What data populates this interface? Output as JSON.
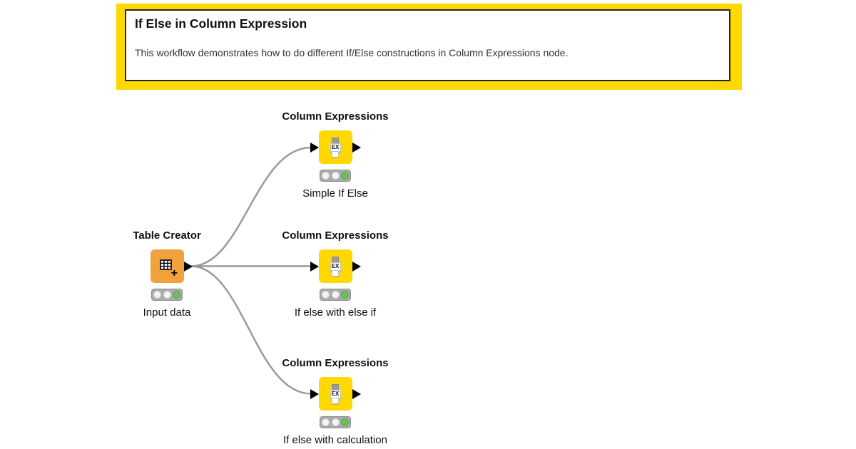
{
  "banner": {
    "title": "If Else in Column Expression",
    "description": "This workflow demonstrates how to do different If/Else constructions in Column Expressions node."
  },
  "workflow": {
    "nodes": [
      {
        "title": "Table Creator",
        "subtitle": "Input data",
        "type": "source",
        "status": "executed"
      },
      {
        "title": "Column Expressions",
        "subtitle": "Simple If Else",
        "icon_label": "EX",
        "type": "manipulator",
        "status": "executed"
      },
      {
        "title": "Column Expressions",
        "subtitle": "If else with else if",
        "icon_label": "EX",
        "type": "manipulator",
        "status": "executed"
      },
      {
        "title": "Column Expressions",
        "subtitle": "If else with calculation",
        "icon_label": "EX",
        "type": "manipulator",
        "status": "executed"
      }
    ],
    "connections": [
      {
        "from": "Table Creator",
        "to": "Column Expressions (Simple If Else)"
      },
      {
        "from": "Table Creator",
        "to": "Column Expressions (If else with else if)"
      },
      {
        "from": "Table Creator",
        "to": "Column Expressions (If else with calculation)"
      }
    ]
  },
  "colors": {
    "banner_yellow": "#FFD800",
    "node_yellow": "#FFD800",
    "node_orange": "#F3A13C",
    "status_green": "#6CBE58",
    "connection_gray": "#9A9A9A"
  }
}
